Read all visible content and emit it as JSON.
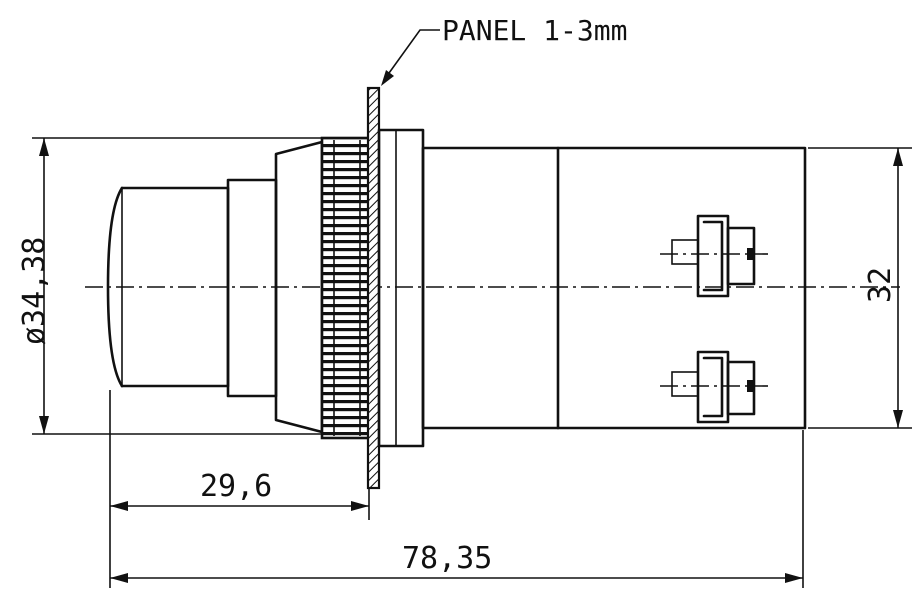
{
  "labels": {
    "panel_note": "PANEL 1-3mm",
    "dim_diameter": "ø34,38",
    "dim_height": "32",
    "dim_front": "29,6",
    "dim_overall": "78,35"
  }
}
